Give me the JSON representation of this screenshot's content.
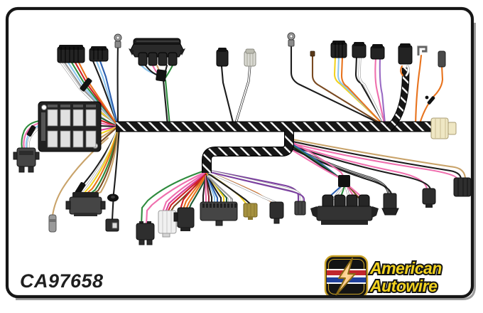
{
  "part_number": "CA97658",
  "brand": {
    "line1": "American",
    "line2": "Autowire"
  },
  "palette": {
    "black": "#1c1c1c",
    "white": "#ffffff",
    "gray": "#9a9a9a",
    "red": "#cf2027",
    "orange": "#e8731d",
    "green": "#2e8b3d",
    "dkgreen": "#1d5c35",
    "ltblue": "#8ec6ee",
    "blue": "#2b5eae",
    "pink": "#ef6fae",
    "magenta": "#d9419b",
    "purple": "#7b3fa0",
    "violet": "#9a6bc4",
    "yellow": "#f2d21f",
    "tan": "#c9a36a",
    "brown": "#7a4a21",
    "maroon": "#8c2633",
    "cream": "#efe7c4",
    "gold": "#c9a227",
    "goldText": "#f2d21f",
    "frame": "#161616"
  }
}
